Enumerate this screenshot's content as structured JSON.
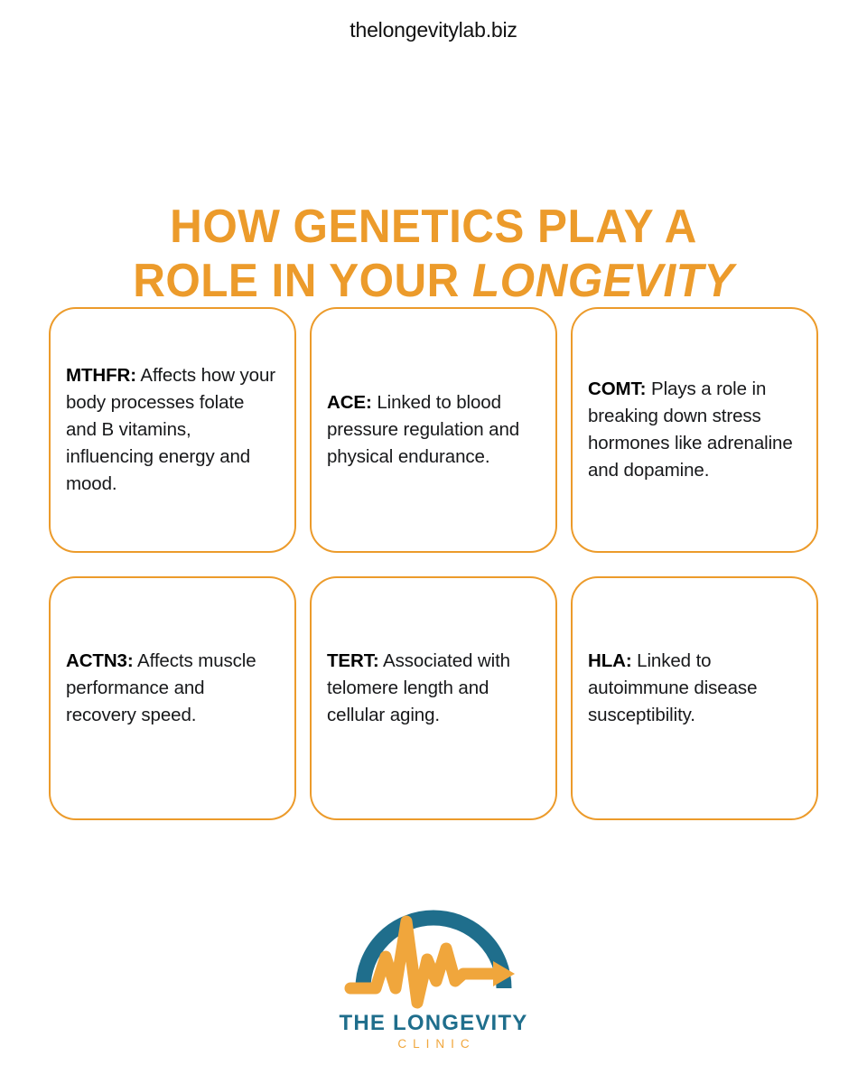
{
  "site_handle": "thelongevitylab.biz",
  "headline": {
    "line1": "HOW GENETICS PLAY A",
    "line2_prefix": "ROLE IN YOUR ",
    "line2_emphasis": "LONGEVITY"
  },
  "cards": [
    {
      "gene": "MTHFR:",
      "description": " Affects how your body processes folate and B vitamins, influencing energy and mood."
    },
    {
      "gene": "ACE:",
      "description": " Linked to blood pressure regulation and physical endurance."
    },
    {
      "gene": "COMT:",
      "description": " Plays a role in breaking down stress hormones like adrenaline and dopamine."
    },
    {
      "gene": "ACTN3:",
      "description": " Affects muscle performance and recovery speed."
    },
    {
      "gene": "TERT:",
      "description": " Associated with telomere length and cellular aging."
    },
    {
      "gene": "HLA:",
      "description": " Linked to autoimmune disease susceptibility."
    }
  ],
  "logo": {
    "mark_name": "heartbeat-arc-arrow-logo",
    "wordmark": "THE LONGEVITY",
    "sub": "CLINIC"
  },
  "colors": {
    "orange": "#EC9B2B",
    "orange_light": "#F0A63C",
    "teal": "#1F6E8C",
    "text": "#17181a",
    "background": "#ffffff"
  }
}
